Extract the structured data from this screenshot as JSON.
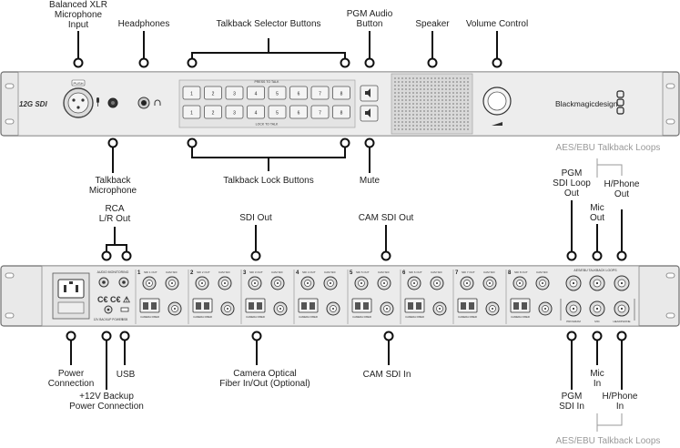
{
  "top_labels": {
    "xlr": [
      "Balanced XLR",
      "Microphone",
      "Input"
    ],
    "headphones": [
      "Headphones"
    ],
    "talkback_selector": [
      "Talkback Selector Buttons"
    ],
    "pgm_audio": [
      "PGM Audio",
      "Button"
    ],
    "speaker": [
      "Speaker"
    ],
    "volume": [
      "Volume Control"
    ],
    "talkback_mic": [
      "Talkback",
      "Microphone"
    ],
    "talkback_lock": [
      "Talkback Lock Buttons"
    ],
    "mute": [
      "Mute"
    ],
    "aes_top": [
      "AES/EBU Talkback Loops"
    ],
    "pgm_sdi_loop": [
      "PGM",
      "SDI Loop",
      "Out"
    ],
    "hphone_out": [
      "H/Phone",
      "Out"
    ]
  },
  "bottom_labels": {
    "rca": [
      "RCA",
      "L/R Out"
    ],
    "sdi_out": [
      "SDI Out"
    ],
    "cam_sdi_out": [
      "CAM SDI Out"
    ],
    "mic_out": [
      "Mic",
      "Out"
    ],
    "power": [
      "Power",
      "Connection"
    ],
    "usb": [
      "USB"
    ],
    "camera_optical": [
      "Camera Optical",
      "Fiber In/Out (Optional)"
    ],
    "cam_sdi_in": [
      "CAM SDI In"
    ],
    "backup_power": [
      "+12V Backup",
      "Power Connection"
    ],
    "pgm_sdi_in": [
      "PGM",
      "SDI In"
    ],
    "mic_in": [
      "Mic",
      "In"
    ],
    "hphone_in": [
      "H/Phone",
      "In"
    ],
    "aes_bottom": [
      "AES/EBU Talkback Loops"
    ]
  },
  "front_panel": {
    "model_badge": "12G SDI",
    "brand": "Blackmagicdesign",
    "xlr_tag": "PUSH",
    "press_to_talk": "PRESS TO TALK",
    "lock_to_talk": "LOCK TO TALK",
    "button_numbers": [
      "1",
      "2",
      "3",
      "4",
      "5",
      "6",
      "7",
      "8"
    ]
  },
  "rear_panel": {
    "audio_header": "AUDIO MONITORING",
    "backup_text": "12V BACKUP POWER",
    "usb_text": "USB",
    "aes_header": "AES/EBU TALKBACK LOOPS",
    "channels": [
      "1",
      "2",
      "3",
      "4",
      "5",
      "6",
      "7",
      "8"
    ],
    "sdi_out_prefix": "SDI",
    "sdi_out_suffix": "OUT",
    "cam_sdi": "CAM SDI",
    "fiber": "CAMERA FIBER",
    "pgm": "PROGRAM",
    "mic": "MIC",
    "hphone": "HEADPHONE"
  }
}
